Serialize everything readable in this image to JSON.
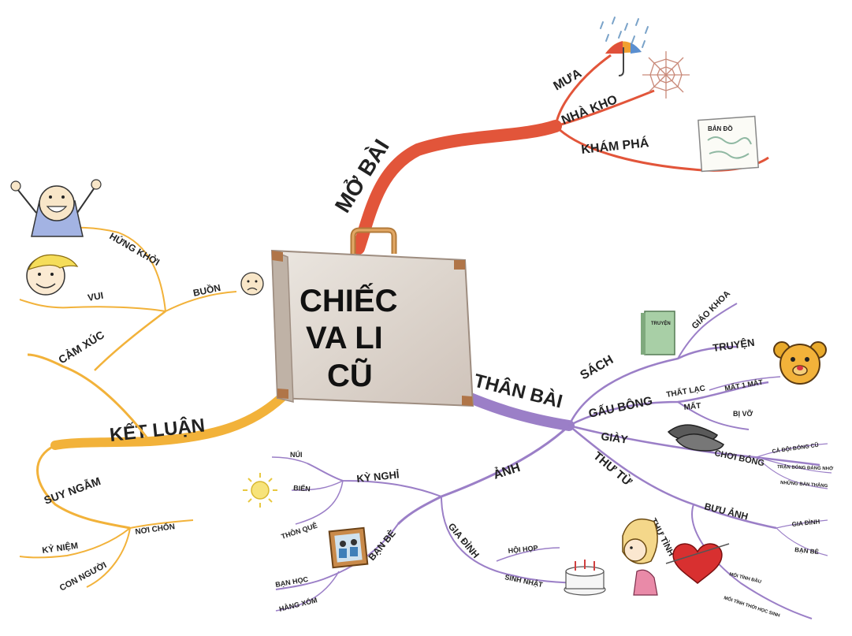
{
  "center": {
    "lines": [
      "CHIẾC",
      "VA LI",
      "CŨ"
    ]
  },
  "colors": {
    "mo_bai": "#e2553a",
    "than_bai": "#9b7fc7",
    "ket_luan": "#f2b23a",
    "suitcase_body": "#ddd6cf",
    "suitcase_edge": "#b9a79a",
    "handle": "#d79a55"
  },
  "branches": {
    "mo_bai": {
      "label": "MỞ BÀI",
      "children": [
        "MƯA",
        "NHÀ KHO",
        "KHÁM PHÁ"
      ],
      "icons": [
        "umbrella-rain-icon",
        "spider-web-icon",
        "map-icon"
      ],
      "map_caption": "BẢN ĐỒ"
    },
    "than_bai": {
      "label": "THÂN BÀI",
      "sach": {
        "label": "SÁCH",
        "children": [
          "GIÁO KHOA",
          "TRUYỆN"
        ],
        "book_caption": "TRUYỆN"
      },
      "gau_bong": {
        "label": "GẤU BÔNG",
        "that_lac": "THẤT LẠC",
        "mat": "MẤT",
        "mat_children": [
          "MẤT 1 MẮT",
          "BỊ VỠ"
        ]
      },
      "giay": {
        "label": "GIÀY",
        "choi_bong": "CHƠI BÓNG",
        "choi_children": [
          "CẢ ĐỘI BÓNG CŨ",
          "TRẬN BÓNG ĐÁNG NHỚ",
          "NHỮNG BÀN THẮNG"
        ]
      },
      "thu_tu": {
        "label": "THƯ TỪ",
        "buu_anh": "BƯU ẢNH",
        "buu_children": [
          "GIA ĐÌNH",
          "BẠN BÈ"
        ],
        "thu_tinh": "THƯ TÌNH",
        "thu_tinh_children": [
          "MỐI TÌNH ĐẦU",
          "MỐI TÌNH THỜI HỌC SINH"
        ]
      },
      "anh": {
        "label": "ẢNH",
        "ky_nghi": {
          "label": "KỲ NGHỈ",
          "children": [
            "NÚI",
            "BIỂN",
            "THÔN QUÊ"
          ]
        },
        "ban_be": {
          "label": "BẠN BÈ",
          "children": [
            "BẠN HỌC",
            "HÀNG XÓM"
          ]
        },
        "gia_dinh": {
          "label": "GIA ĐÌNH",
          "children": [
            "HỘI HỌP",
            "SINH NHẬT"
          ]
        }
      }
    },
    "ket_luan": {
      "label": "KẾT LUẬN",
      "cam_xuc": {
        "label": "CẢM XÚC",
        "children": [
          "HỨNG KHỞI",
          "VUI",
          "BUỒN"
        ]
      },
      "suy_ngam": {
        "label": "SUY NGẪM",
        "noi_chon": "NƠI CHỐN",
        "children": [
          "KỶ NIỆM",
          "CON NGƯỜI"
        ]
      }
    }
  }
}
